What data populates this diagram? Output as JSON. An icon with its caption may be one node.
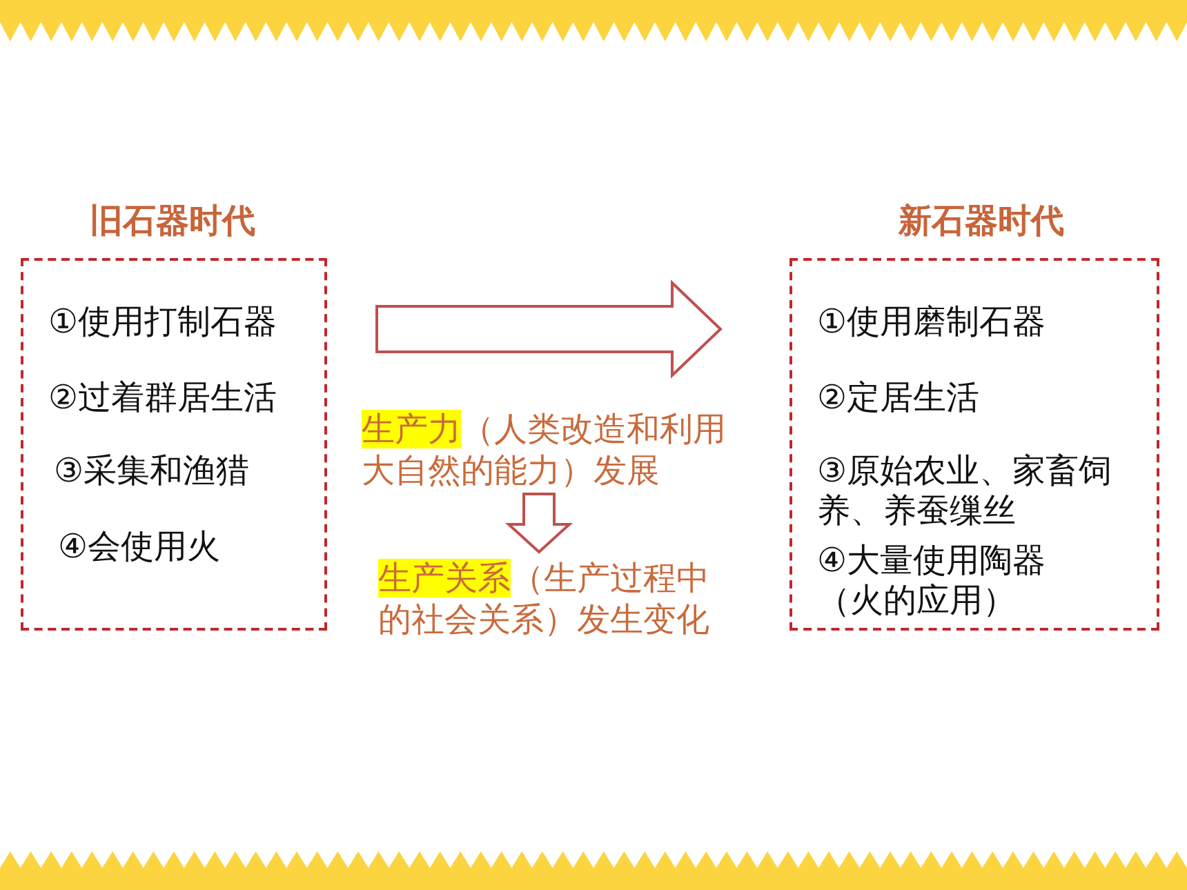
{
  "diagram": {
    "nodes": [
      {
        "text": [
          "旧石器时代",
          "①使用打制石器",
          "②过着群居生活",
          "③采集和渔猎",
          "④会使用火"
        ]
      },
      {
        "text": [
          "新石器时代",
          "①使用磨制石器",
          "②定居生活",
          "③原始农业、家畜饲养、养蚕缫丝",
          "④大量使用陶器（火的应用）"
        ]
      },
      {
        "text": [
          "生产力",
          "（人类改造和利用大自然的能力）发展"
        ]
      },
      {
        "text": [
          "生产关系",
          "（生产过程中的社会关系）发生变化"
        ]
      }
    ],
    "edges": [
      {
        "from": 0,
        "to": 1,
        "arrow": "to"
      },
      {
        "from": 2,
        "to": 3,
        "arrow": "to"
      }
    ]
  }
}
